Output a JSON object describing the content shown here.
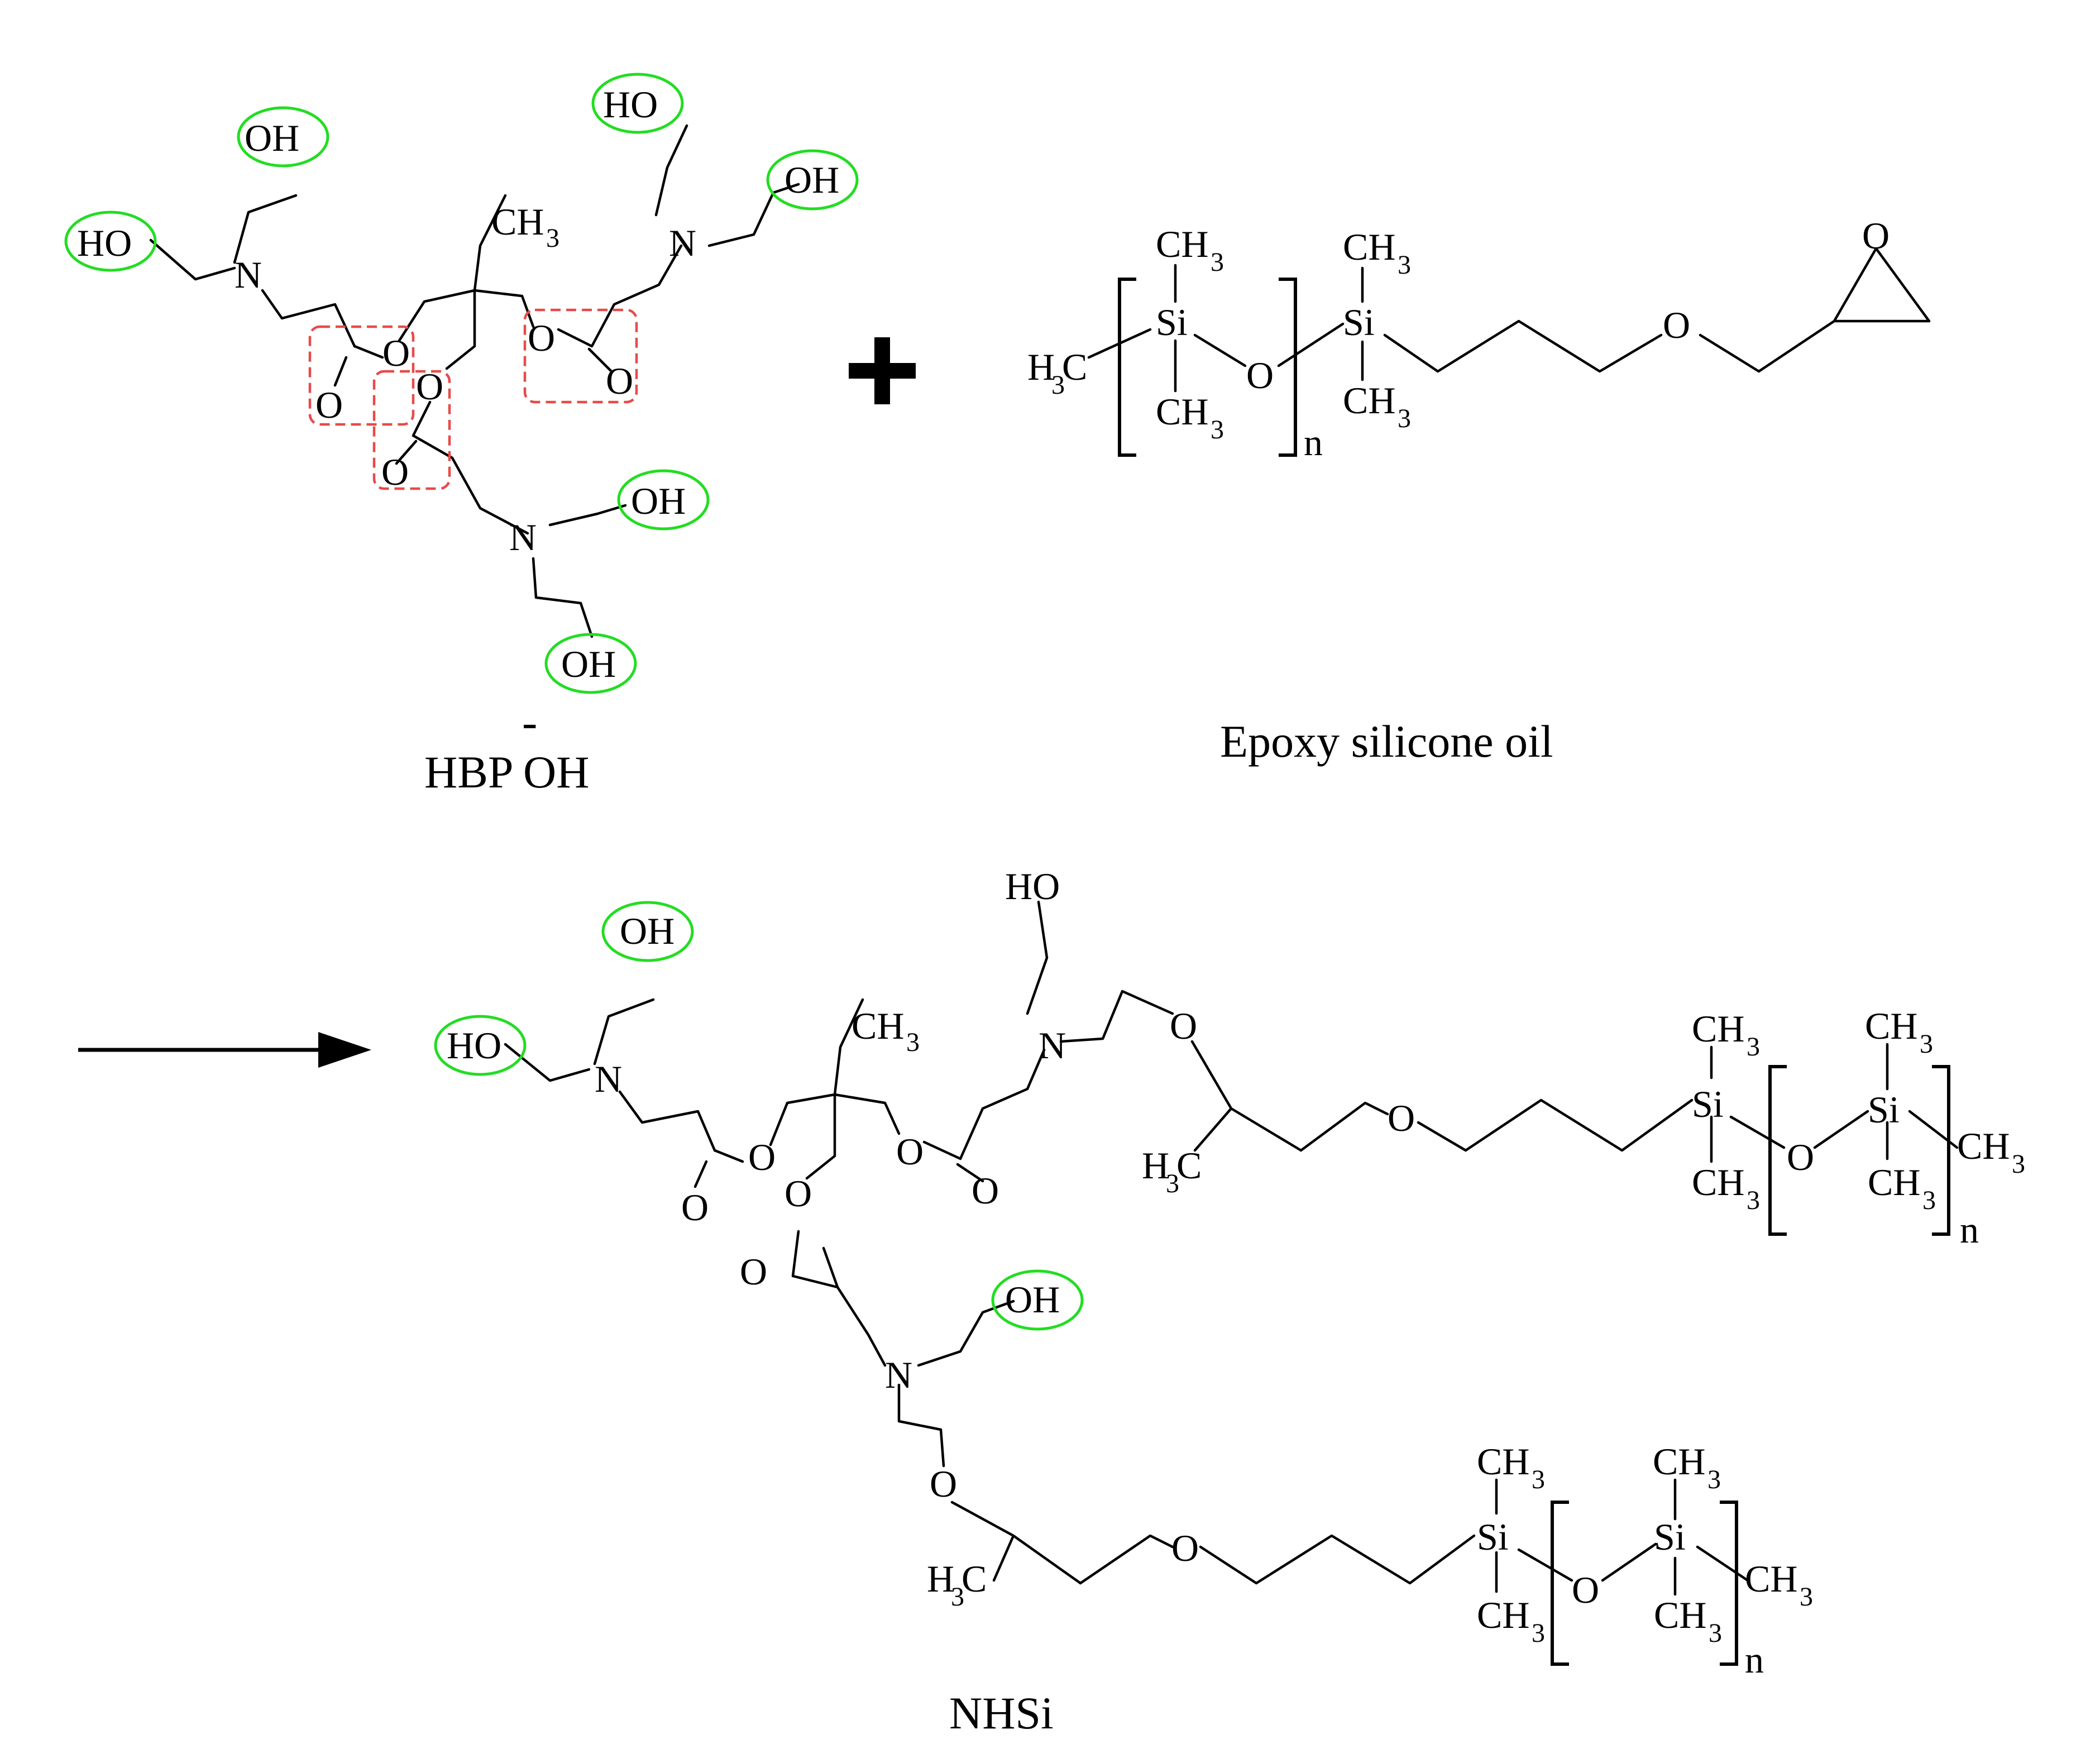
{
  "labels": {
    "reactant1": "HBP OH",
    "reactant1_dash": "-",
    "reactant2": "Epoxy silicone oil",
    "product": "NHSi",
    "plus": "+"
  },
  "atoms": {
    "OH": "OH",
    "HO": "HO",
    "N": "N",
    "O": "O",
    "CH": "CH",
    "C": "C",
    "H": "H",
    "Si": "Si",
    "three": "3",
    "n": "n"
  },
  "colors": {
    "hydroxyl_highlight": "#22dd22",
    "ester_highlight": "#e84a4a",
    "ink": "#000000"
  }
}
